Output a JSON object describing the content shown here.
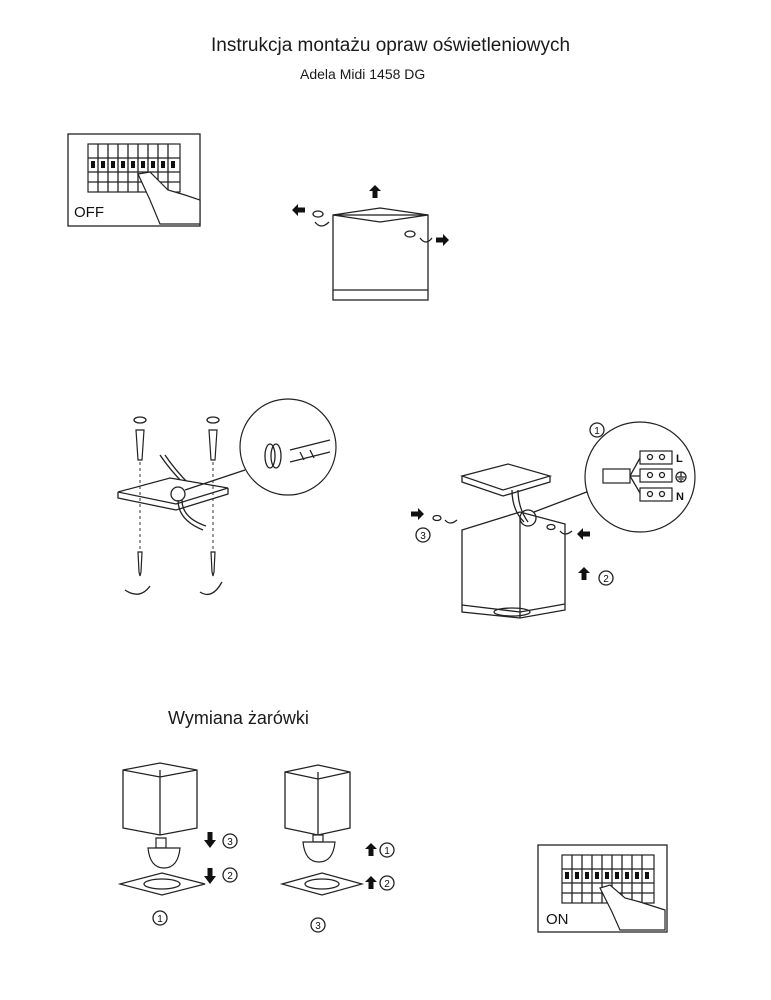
{
  "header": {
    "title": "Instrukcja montażu opraw oświetleniowych",
    "subtitle": "Adela Midi 1458 DG"
  },
  "steps": {
    "power_off_label": "OFF",
    "power_on_label": "ON",
    "wiring": {
      "live_label": "L",
      "neutral_label": "N",
      "earth_icon": "ground-symbol-icon",
      "step1": "1",
      "step2": "2",
      "step3": "3"
    }
  },
  "bulb_replacement": {
    "heading": "Wymiana żarówki",
    "removal": {
      "step1": "1",
      "step2": "2",
      "step3": "3"
    },
    "install": {
      "step1": "1",
      "step2": "2",
      "step3": "3"
    }
  }
}
